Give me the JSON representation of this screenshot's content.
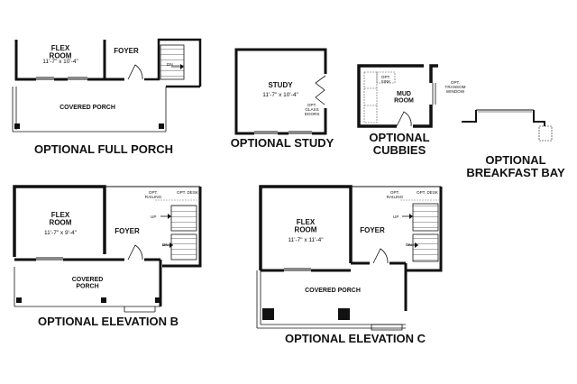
{
  "plans": {
    "full_porch": {
      "caption": "OPTIONAL FULL PORCH",
      "flex_room": "FLEX\nROOM",
      "flex_dim": "11'-7\" x 10'-4\"",
      "foyer": "FOYER",
      "dn": "DN",
      "covered_porch": "COVERED PORCH"
    },
    "study": {
      "caption": "OPTIONAL STUDY",
      "room": "STUDY",
      "dim": "11'-7\" x 10'-4\"",
      "doors_note": "OPT.\nGLASS\nDOORS"
    },
    "cubbies": {
      "caption": "OPTIONAL\nCUBBIES",
      "room": "MUD\nROOM",
      "sink_note": "OPT.\nSINK",
      "transom_note": "OPT.\nTRANSOM\nWINDOW"
    },
    "breakfast_bay": {
      "caption": "OPTIONAL\nBREAKFAST BAY"
    },
    "elevation_b": {
      "caption": "OPTIONAL ELEVATION B",
      "flex_room": "FLEX\nROOM",
      "flex_dim": "11'-7\" x 9'-4\"",
      "foyer": "FOYER",
      "opt_desk": "OPT. DESK",
      "opt_railing": "OPT.\nRAILING",
      "up": "UP",
      "dn": "DN",
      "covered_porch": "COVERED\nPORCH"
    },
    "elevation_c": {
      "caption": "OPTIONAL ELEVATION C",
      "flex_room": "FLEX\nROOM",
      "flex_dim": "11'-7\" x 11'-4\"",
      "foyer": "FOYER",
      "opt_desk": "OPT. DESK",
      "opt_railing": "OPT.\nRAILING",
      "up": "UP",
      "dn": "DN",
      "covered_porch": "COVERED PORCH"
    }
  }
}
